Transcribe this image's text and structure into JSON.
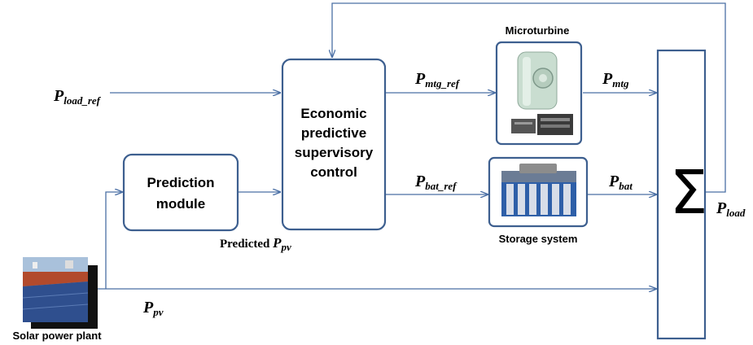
{
  "blocks": {
    "economic_line1": "Economic",
    "economic_line2": "predictive",
    "economic_line3": "supervisory",
    "economic_line4": "control",
    "prediction_line1": "Prediction",
    "prediction_line2": "module",
    "sum_symbol": "Σ"
  },
  "captions": {
    "microturbine": "Microturbine",
    "storage": "Storage system",
    "solar": "Solar power plant",
    "predicted_prefix": "Predicted "
  },
  "signals": {
    "p": "P",
    "load_ref_sub": "load_ref",
    "mtg_ref_sub": "mtg_ref",
    "bat_ref_sub": "bat_ref",
    "mtg_sub": "mtg",
    "bat_sub": "bat",
    "load_sub": "load",
    "pv_sub": "pv"
  },
  "colors": {
    "line": "#4a6fa5",
    "box_border": "#3d5f8f"
  }
}
